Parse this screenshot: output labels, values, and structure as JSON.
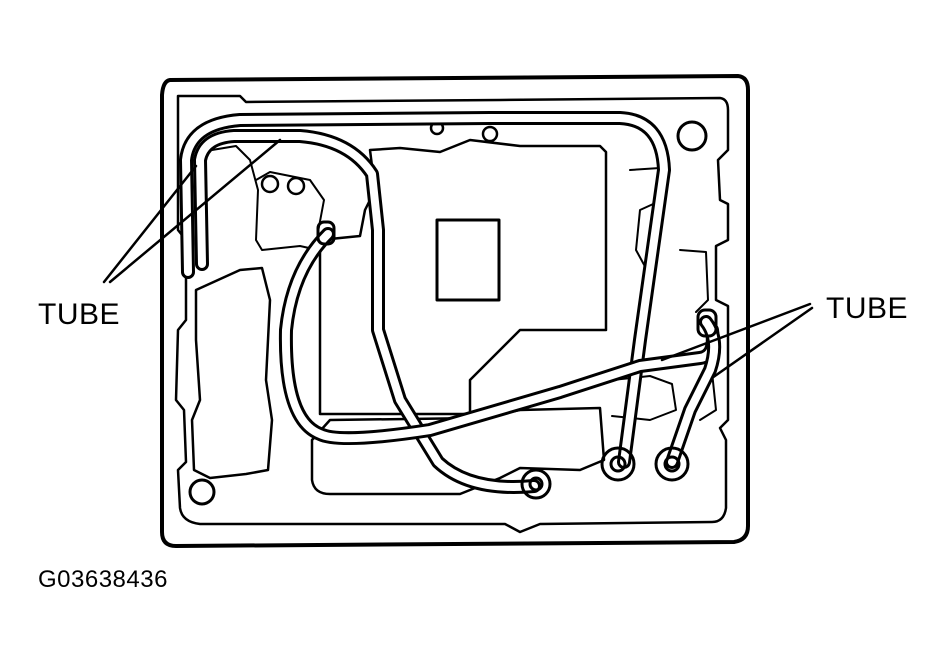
{
  "labels": {
    "tube_left": "TUBE",
    "tube_right": "TUBE"
  },
  "figure_code": "G03638436",
  "colors": {
    "line": "#000000",
    "background": "#ffffff"
  }
}
